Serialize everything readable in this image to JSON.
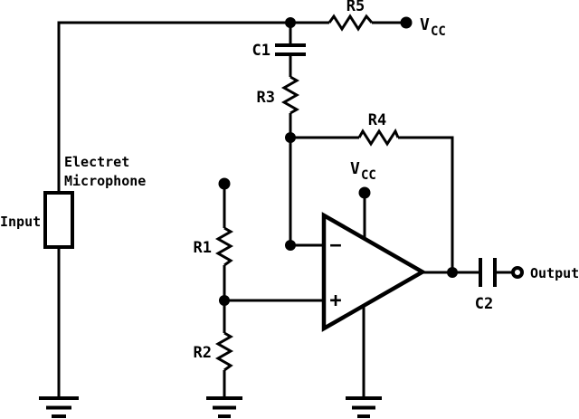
{
  "meta": {
    "description_colors": {
      "line_color": "#000000",
      "background": "#ffffff"
    }
  },
  "labels": {
    "input": "Input",
    "output": "Output",
    "microphone_line1": "Electret",
    "microphone_line2": "Microphone",
    "r1": "R1",
    "r2": "R2",
    "r3": "R3",
    "r4": "R4",
    "r5": "R5",
    "c1": "C1",
    "c2": "C2",
    "vcc_main": "V",
    "vcc_sub": "CC",
    "opamp_minus": "−",
    "opamp_plus": "+"
  }
}
